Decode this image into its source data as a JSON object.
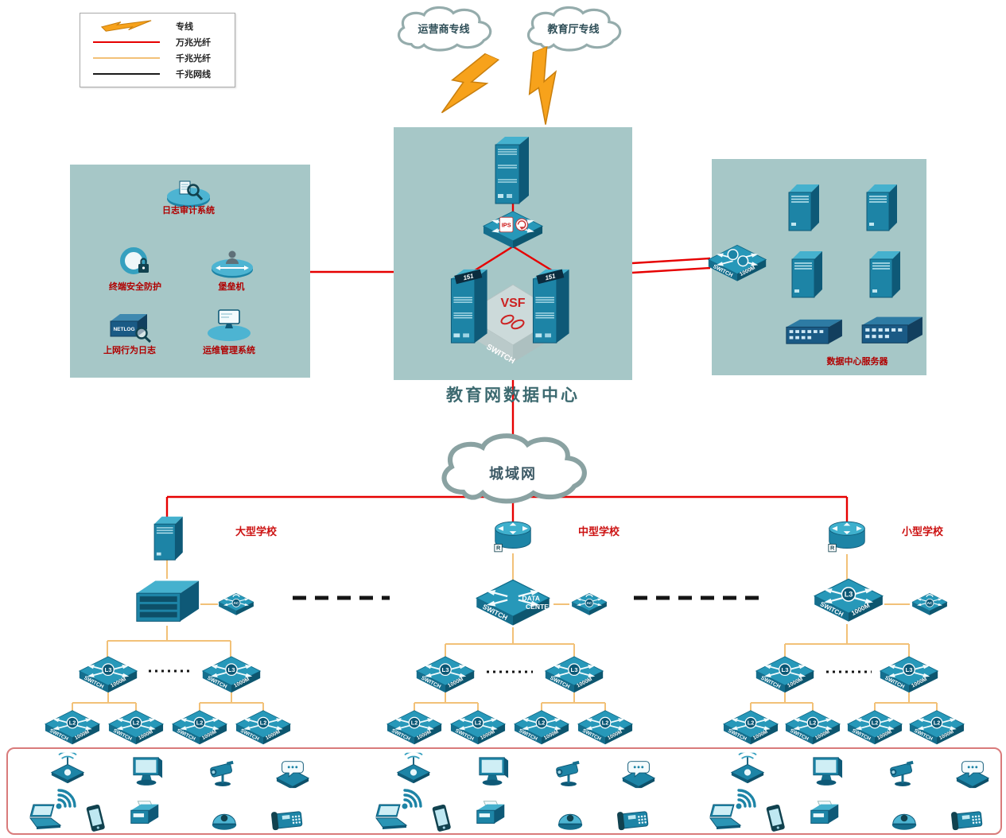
{
  "legend": {
    "items": [
      {
        "label": "专线"
      },
      {
        "label": "万兆光纤"
      },
      {
        "label": "千兆光纤"
      },
      {
        "label": "千兆网线"
      }
    ]
  },
  "clouds": {
    "carrier": "运营商专线",
    "education": "教育厅专线",
    "metro": "城域网"
  },
  "data_center": {
    "title": "教育网数据中心",
    "ips": "IPS",
    "vsf": "VSF",
    "switch": "SWITCH",
    "core_badge": "151"
  },
  "security_zone": {
    "log_audit": "日志审计系统",
    "terminal_protect": "终端安全防护",
    "bastion": "堡垒机",
    "netlog": "上网行为日志",
    "netlog_badge": "NETLOG",
    "ops": "运维管理系统"
  },
  "server_zone": {
    "label": "数据中心服务器"
  },
  "schools": [
    {
      "name": "大型学校"
    },
    {
      "name": "中型学校",
      "core_line1": "DATA",
      "core_line2": "CENTER"
    },
    {
      "name": "小型学校"
    }
  ],
  "labels": {
    "switch": "SWITCH",
    "speed": "1000M",
    "l3": "L3",
    "l2": "L2",
    "ac": "AC",
    "router": "R"
  },
  "colors": {
    "line_10g_fiber": "#e60000",
    "line_1g_fiber": "#f2c178",
    "line_1g_copper": "#1a1a1a",
    "zone_bg": "#a6c7c7",
    "device": "#1d84a6"
  }
}
